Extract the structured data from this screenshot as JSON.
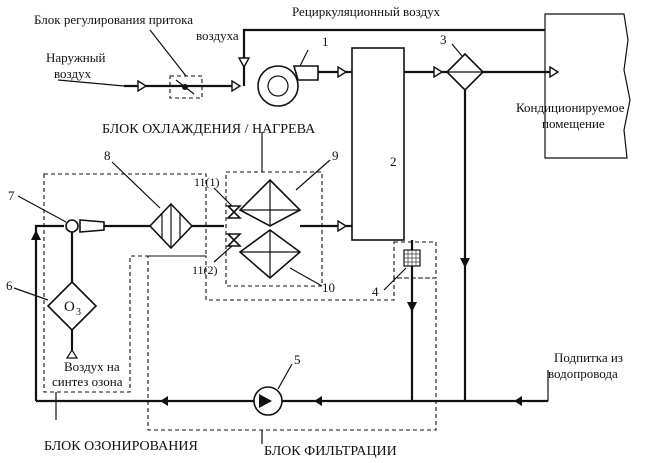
{
  "labels": {
    "flow_block": "Блок регулирования притока",
    "flow_block_2": "воздуха",
    "recirc_air": "Рециркуляционный воздух",
    "outside_air": "Наружный",
    "outside_air_2": "воздух",
    "conditioned_room": "Кондиционируемое",
    "conditioned_room_2": "помещение",
    "cooling_heating_block": "БЛОК ОХЛАЖДЕНИЯ / НАГРЕВА",
    "ozone_air": "Воздух на",
    "ozone_air_2": "синтез озона",
    "makeup": "Подпитка из",
    "makeup_2": "водопровода",
    "ozonation_block": "БЛОК ОЗОНИРОВАНИЯ",
    "filtration_block": "БЛОК ФИЛЬТРАЦИИ",
    "ozone_symbol": "O",
    "ozone_sub": "3"
  },
  "numbers": {
    "n1": "1",
    "n2": "2",
    "n3": "3",
    "n4": "4",
    "n5": "5",
    "n6": "6",
    "n7": "7",
    "n8": "8",
    "n9": "9",
    "n10": "10",
    "n11a": "11(1)",
    "n11b": "11(2)"
  },
  "colors": {
    "ink": "#111111",
    "background": "#ffffff"
  }
}
